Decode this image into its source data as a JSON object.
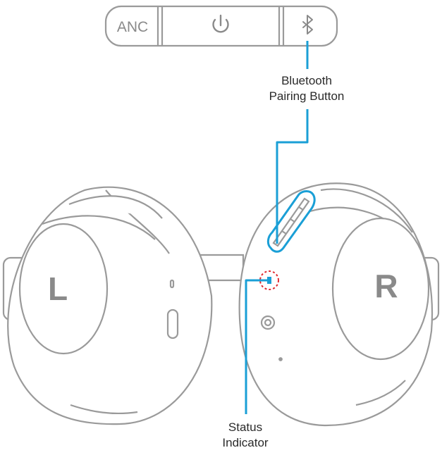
{
  "buttons": {
    "anc_label": "ANC"
  },
  "earcups": {
    "left_letter": "L",
    "right_letter": "R"
  },
  "callouts": {
    "bluetooth_line1": "Bluetooth",
    "bluetooth_line2": "Pairing Button",
    "status_line1": "Status",
    "status_line2": "Indicator"
  },
  "colors": {
    "outline": "#9a9a9a",
    "callout": "#1a9fd6",
    "indicator": "#e0282e"
  }
}
